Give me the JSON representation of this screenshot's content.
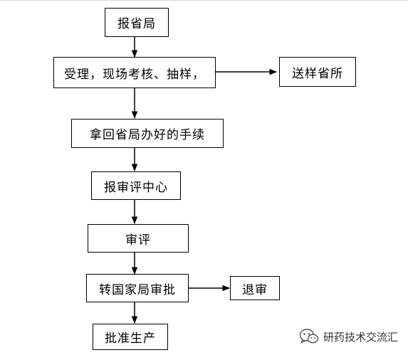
{
  "flow": {
    "step1": "报省局",
    "step2": "受理，现场考核、抽样，",
    "side1": "送样省所",
    "step3": "拿回省局办好的手续",
    "step4": "报审评中心",
    "step5": "审评",
    "step6": "转国家局审批",
    "side2": "退审",
    "step7": "批准生产"
  },
  "watermark": {
    "text": "研药技术交流汇",
    "icon": "wechat-icon"
  }
}
